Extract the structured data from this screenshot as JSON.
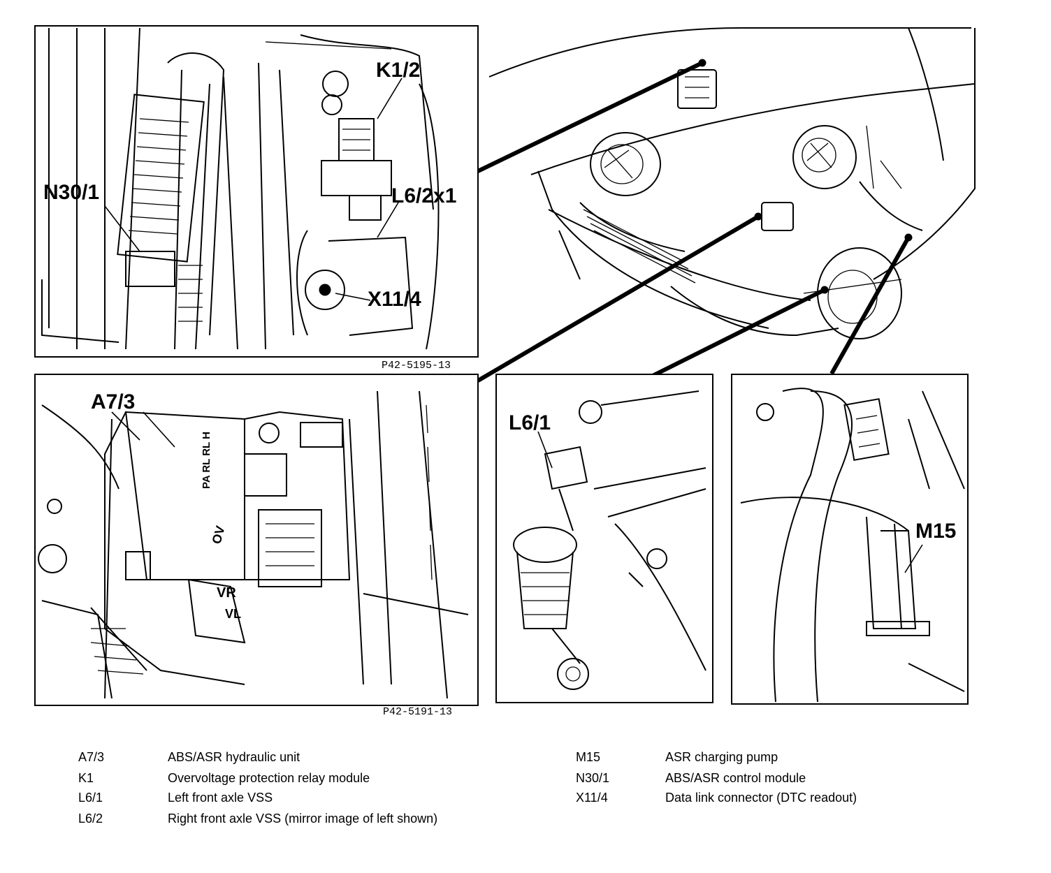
{
  "panels": {
    "top_left": {
      "figure_number": "P42-5195-13",
      "callouts": {
        "k1_2": "K1/2",
        "n30_1": "N30/1",
        "l6_2x1": "L6/2x1",
        "x11_4": "X11/4"
      }
    },
    "bottom_left": {
      "figure_number": "P42-5191-13",
      "callouts": {
        "a7_3": "A7/3"
      },
      "embossed_labels": {
        "ports": "PA RL RL H",
        "ov": "OV",
        "vr": "VR",
        "vl": "VL"
      }
    },
    "bottom_middle": {
      "callouts": {
        "l6_1": "L6/1"
      }
    },
    "bottom_right": {
      "callouts": {
        "m15": "M15"
      }
    }
  },
  "legend": {
    "left": [
      {
        "code": "A7/3",
        "description": "ABS/ASR hydraulic unit"
      },
      {
        "code": "K1",
        "description": "Overvoltage protection relay module"
      },
      {
        "code": "L6/1",
        "description": "Left front axle VSS"
      },
      {
        "code": "L6/2",
        "description": "Right front axle VSS (mirror image of left shown)"
      }
    ],
    "right": [
      {
        "code": "M15",
        "description": "ASR charging pump"
      },
      {
        "code": "N30/1",
        "description": "ABS/ASR control module"
      },
      {
        "code": "X11/4",
        "description": "Data link connector (DTC readout)"
      }
    ]
  }
}
